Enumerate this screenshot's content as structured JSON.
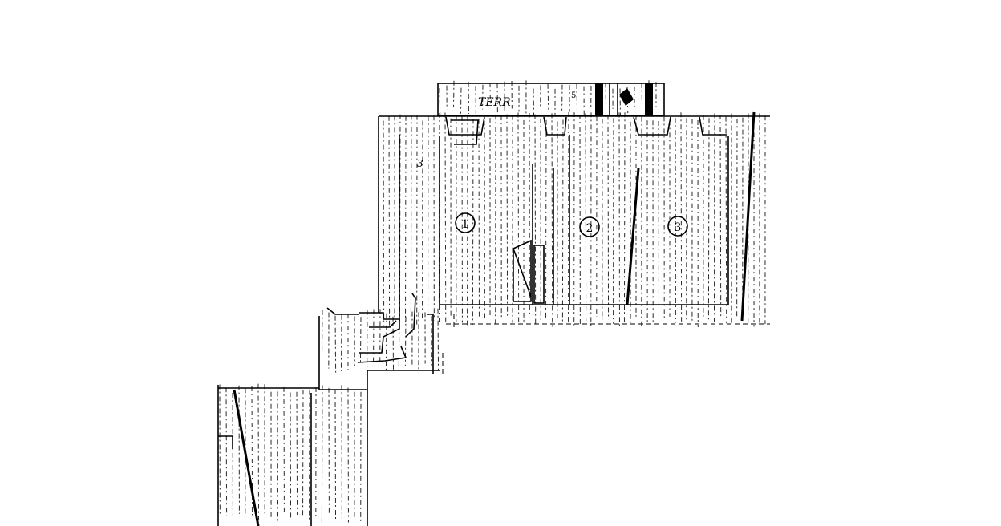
{
  "labels": {
    "terrace": "TERR",
    "room_1": "1",
    "room_2": "2",
    "room_3": "3",
    "mark_left": "3",
    "mark_top": "5"
  },
  "colors": {
    "ink": "#000000",
    "paper": "#ffffff"
  }
}
